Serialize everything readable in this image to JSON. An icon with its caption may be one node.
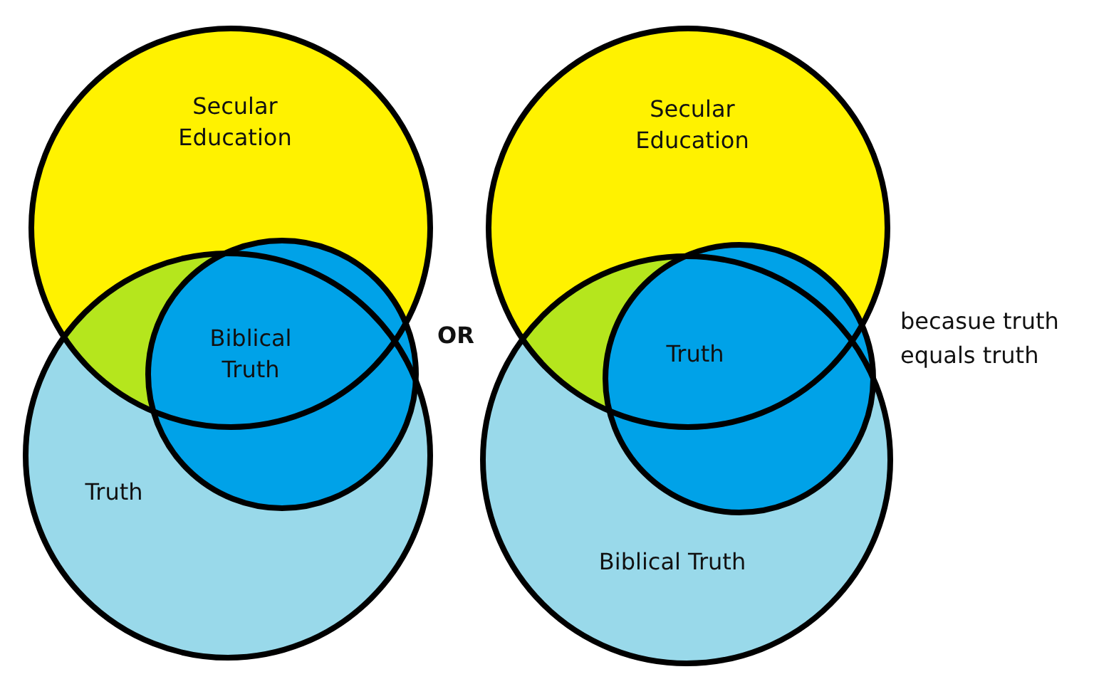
{
  "diagram": {
    "nodes": [
      {
        "text": [
          "Secular Education"
        ]
      },
      {
        "text": [
          "Truth"
        ]
      },
      {
        "text": [
          "Biblical Truth"
        ],
        "in": 1
      },
      {
        "text": [
          "Secular Education"
        ]
      },
      {
        "text": [
          "Biblical Truth"
        ]
      },
      {
        "text": [
          "Truth"
        ],
        "in": 4
      }
    ],
    "labels": [
      "OR",
      "becasue truth equals truth"
    ]
  }
}
